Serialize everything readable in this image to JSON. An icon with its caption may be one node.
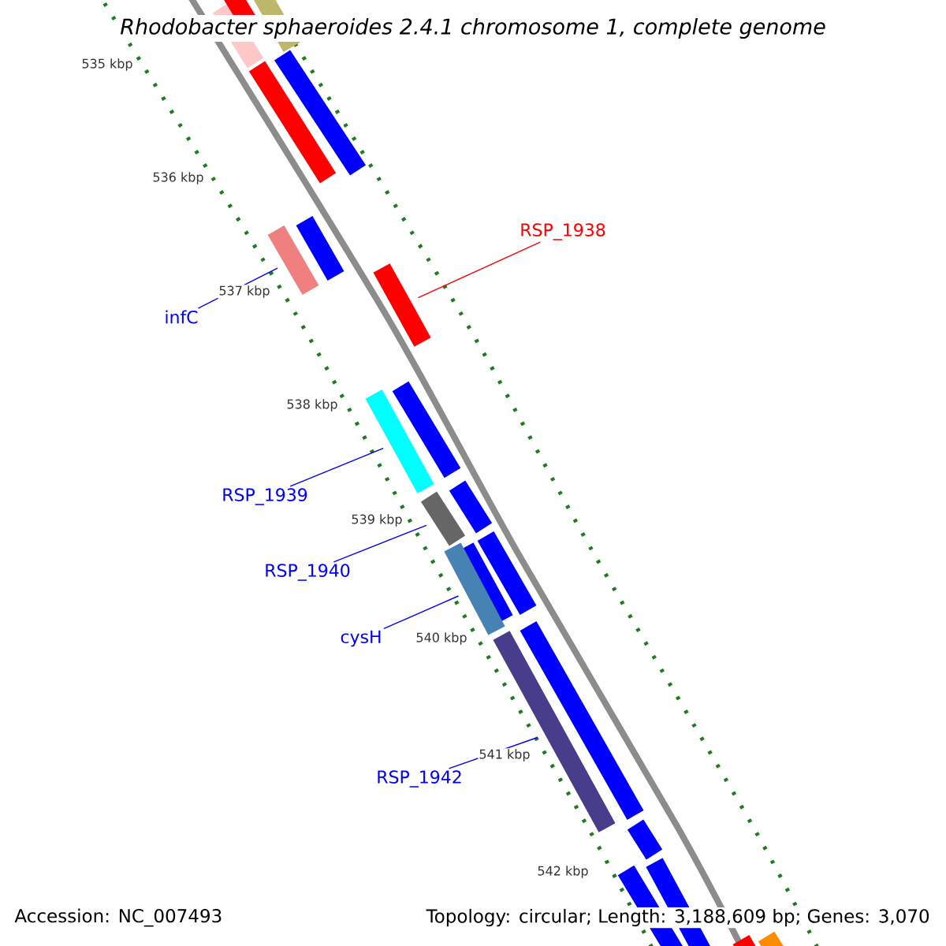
{
  "diagram": {
    "title": "*Rhodobacter sphaeroides* 2.4.1 chromosome 1, complete genome",
    "nodes": [
      {
        "text": [
          "RSP_1938"
        ]
      },
      {
        "text": [],
        "shape": "bar"
      },
      {
        "text": [
          "infC"
        ]
      },
      {
        "text": [],
        "shape": "bar"
      },
      {
        "text": [
          "RSP_1939"
        ]
      },
      {
        "text": [],
        "shape": "bar"
      },
      {
        "text": [
          "RSP_1940"
        ]
      },
      {
        "text": [],
        "shape": "bar"
      },
      {
        "text": [
          "cysH"
        ]
      },
      {
        "text": [],
        "shape": "bar"
      },
      {
        "text": [
          "RSP_1942"
        ]
      },
      {
        "text": [],
        "shape": "bar"
      }
    ],
    "edges": [
      {
        "from": 0,
        "to": 1,
        "arrow": "none",
        "color": "#ff0000"
      },
      {
        "from": 2,
        "to": 3,
        "arrow": "none"
      },
      {
        "from": 4,
        "to": 5,
        "arrow": "none"
      },
      {
        "from": 6,
        "to": 7,
        "arrow": "none"
      },
      {
        "from": 8,
        "to": 9,
        "arrow": "none"
      },
      {
        "from": 10,
        "to": 11,
        "arrow": "none"
      }
    ],
    "labels": [
      "535 kbp",
      "536 kbp",
      "537 kbp",
      "538 kbp",
      "539 kbp",
      "540 kbp",
      "541 kbp",
      "542 kbp",
      "Accession: NC_007493",
      "Topology: circular; Length: 3,188,609 bp; Genes: 3,070"
    ]
  }
}
